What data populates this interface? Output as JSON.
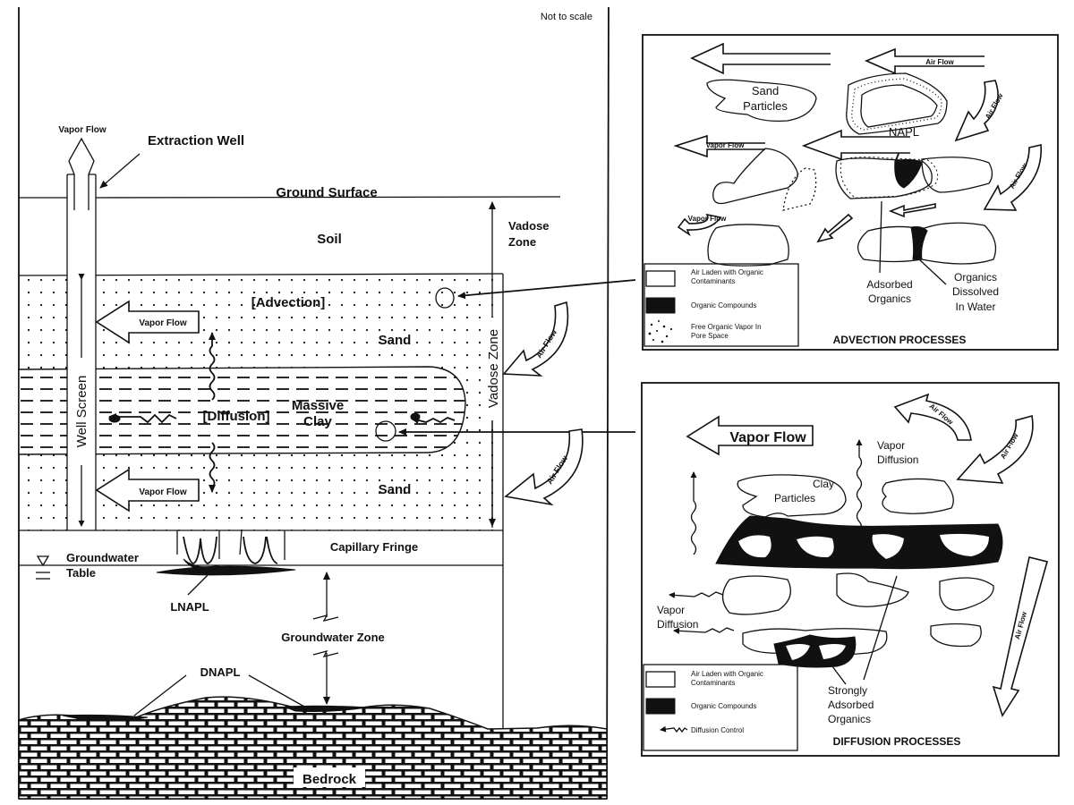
{
  "main_diagram": {
    "note": "Not to scale",
    "labels": {
      "vapor_flow_top": "Vapor Flow",
      "extraction_well": "Extraction Well",
      "ground_surface": "Ground Surface",
      "soil": "Soil",
      "vadose_zone_outer": [
        "Vadose",
        "Zone"
      ],
      "vadose_zone_vertical": "Vadose Zone",
      "advection": "[Advection]",
      "sand_upper": "Sand",
      "sand_lower": "Sand",
      "vapor_flow_upper": "Vapor Flow",
      "vapor_flow_lower": "Vapor Flow",
      "diffusion": "[Diffusion]",
      "massive_clay": [
        "Massive",
        "Clay"
      ],
      "well_screen": "Well Screen",
      "air_flow_upper": "Air Flow",
      "air_flow_lower": "Air Flow",
      "capillary_fringe": "Capillary Fringe",
      "groundwater_table": [
        "Groundwater",
        "Table"
      ],
      "lnapl": "LNAPL",
      "groundwater_zone": "Groundwater Zone",
      "dnapl": "DNAPL",
      "bedrock": "Bedrock"
    }
  },
  "advection_panel": {
    "title": "ADVECTION PROCESSES",
    "labels": {
      "air_flow_top": "Air Flow",
      "sand_particles": [
        "Sand",
        "Particles"
      ],
      "napl": "NAPL",
      "vapor_flow_1": "Vapor Flow",
      "vapor_flow_2": "Vapor Flow",
      "air_flow_right_1": "Air Flow",
      "air_flow_right_2": "Air Flow",
      "adsorbed_organics": [
        "Adsorbed",
        "Organics"
      ],
      "organics_dissolved": [
        "Organics",
        "Dissolved",
        "In Water"
      ]
    },
    "legend": [
      {
        "swatch": "open-box",
        "label": [
          "Air Laden with Organic",
          "Contaminants"
        ]
      },
      {
        "swatch": "filled-box",
        "label": [
          "Organic Compounds"
        ]
      },
      {
        "swatch": "dots",
        "label": [
          "Free Organic Vapor In",
          "Pore Space"
        ]
      }
    ]
  },
  "diffusion_panel": {
    "title": "DIFFUSION PROCESSES",
    "labels": {
      "vapor_flow": "Vapor Flow",
      "vapor_diffusion_top": [
        "Vapor",
        "Diffusion"
      ],
      "clay_particles": [
        "Clay",
        "Particles"
      ],
      "vapor_diffusion_left": [
        "Vapor",
        "Diffusion"
      ],
      "air_flow_1": "Air Flow",
      "air_flow_2": "Air Flow",
      "air_flow_3": "Air Flow",
      "strongly_adsorbed": [
        "Strongly",
        "Adsorbed",
        "Organics"
      ]
    },
    "legend": [
      {
        "swatch": "open-box",
        "label": [
          "Air Laden with Organic",
          "Contaminants"
        ]
      },
      {
        "swatch": "filled-box",
        "label": [
          "Organic Compounds"
        ]
      },
      {
        "swatch": "squiggle-arrow",
        "label": [
          "Diffusion Control"
        ]
      }
    ]
  }
}
